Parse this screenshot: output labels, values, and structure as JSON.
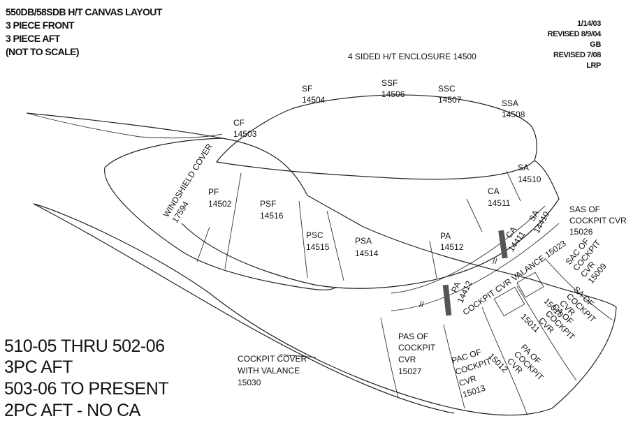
{
  "header": {
    "title": "550DB/58SDB H/T CANVAS LAYOUT",
    "line2": "3 PIECE FRONT",
    "line3": "3 PIECE AFT",
    "line4": "(NOT TO SCALE)"
  },
  "revision": {
    "date": "1/14/03",
    "revised1": "REVISED 8/9/04",
    "initials1": "GB",
    "revised2": "REVISED 7/08",
    "initials2": "LRP"
  },
  "enclosure_title": "4 SIDED H/T ENCLOSURE 14500",
  "notes": [
    "510-05 THRU 502-06",
    "3PC AFT",
    "503-06 TO PRESENT",
    "2PC AFT - NO CA"
  ],
  "parts": {
    "sf": {
      "code": "SF",
      "num": "14504"
    },
    "ssf": {
      "code": "SSF",
      "num": "14506"
    },
    "ssc": {
      "code": "SSC",
      "num": "14507"
    },
    "ssa": {
      "code": "SSA",
      "num": "14508"
    },
    "cf": {
      "code": "CF",
      "num": "14503"
    },
    "windshield": {
      "code": "WINDSHIELD COVER",
      "num": "17594"
    },
    "pf": {
      "code": "PF",
      "num": "14502"
    },
    "psf": {
      "code": "PSF",
      "num": "14516"
    },
    "psc": {
      "code": "PSC",
      "num": "14515"
    },
    "psa": {
      "code": "PSA",
      "num": "14514"
    },
    "pa": {
      "code": "PA",
      "num": "14512"
    },
    "ca": {
      "code": "CA",
      "num": "14511"
    },
    "sa": {
      "code": "SA",
      "num": "14510"
    },
    "sa_v": {
      "code": "SA",
      "num": "14410"
    },
    "ca_v": {
      "code": "CA",
      "num": "14411"
    },
    "pa_v": {
      "code": "PA",
      "num": "14412"
    },
    "valance": {
      "text": "COCKPIT CVR VALANCE 15023"
    },
    "sas_cockpit": {
      "code": "SAS OF",
      "line2": "COCKPIT CVR",
      "num": "15026"
    },
    "sac_cockpit": {
      "code": "SAC OF",
      "line2": "COCKPIT",
      "line3": "CVR",
      "num": "15009"
    },
    "sa_cockpit": {
      "code": "SA OF",
      "line2": "COCKPIT",
      "line3": "CVR",
      "num": "15010"
    },
    "ca_cockpit": {
      "code": "CA OF",
      "line2": "COCKPIT",
      "line3": "CVR",
      "num": "15011"
    },
    "pa_cockpit": {
      "code": "PA OF",
      "line2": "COCKPIT",
      "line3": "CVR",
      "num": "15012"
    },
    "pas_cockpit": {
      "code": "PAS OF",
      "line2": "COCKPIT",
      "line3": "CVR",
      "num": "15027"
    },
    "pac_cockpit": {
      "code": "PAC OF",
      "line2": "COCKPIT",
      "line3": "CVR",
      "num": "15013"
    },
    "cockpit_cover": {
      "line1": "COCKPIT COVER",
      "line2": "WITH VALANCE",
      "num": "15030"
    }
  }
}
